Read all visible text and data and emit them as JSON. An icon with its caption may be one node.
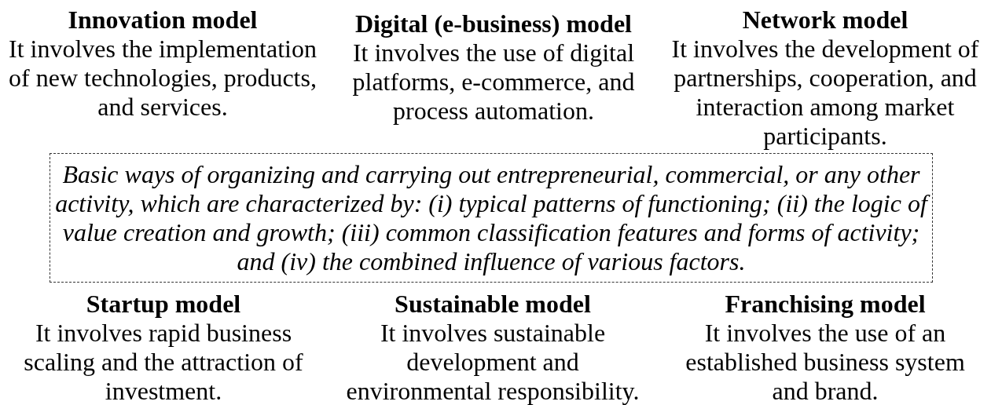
{
  "diagram": {
    "nodes": [
      {
        "text": [
          "Basic ways of organizing and carrying out entrepreneurial, commercial, or any other activity, which are characterized by: (i) typical patterns of functioning; (ii) the logic of value creation and growth; (iii) common classification features and forms of activity; and (iv) the combined influence of various factors."
        ]
      }
    ],
    "labels": [
      "Innovation model",
      "It involves the implementation of new technologies, products, and services.",
      "Digital (e-business) model",
      "It involves the use of digital platforms, e-commerce, and process automation.",
      "Network model",
      "It involves the development of partnerships, cooperation, and interaction among market participants.",
      "Startup model",
      "It involves rapid business scaling and the attraction of investment.",
      "Sustainable model",
      "It involves sustainable development and environmental responsibility.",
      "Franchising model",
      "It involves the use of an established business system and brand."
    ]
  }
}
